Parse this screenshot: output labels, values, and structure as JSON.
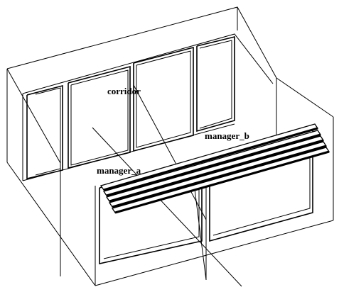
{
  "labels": {
    "corridor": "corridor",
    "manager_a": "manager_a",
    "manager_b": "manager_b"
  }
}
